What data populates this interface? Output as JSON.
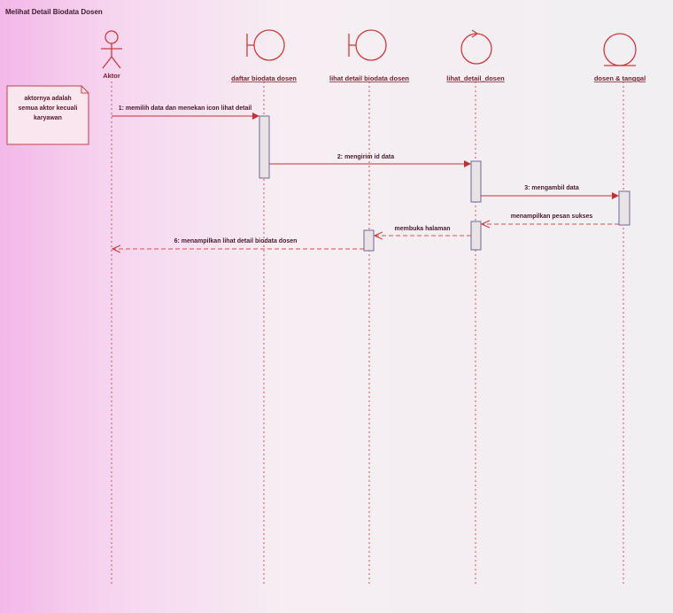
{
  "diagram": {
    "title": "Melihat Detail Biodata Dosen",
    "note": [
      "aktornya adalah",
      "semua aktor kecuali",
      "karyawan"
    ],
    "participants": [
      {
        "id": "actor",
        "label": "Aktor",
        "kind": "actor"
      },
      {
        "id": "daftar",
        "label": "daftar biodata dosen",
        "kind": "boundary"
      },
      {
        "id": "lihatdetail",
        "label": "lihat detail biodata dosen",
        "kind": "boundary"
      },
      {
        "id": "control",
        "label": "lihat_detail_dosen",
        "kind": "control"
      },
      {
        "id": "entity",
        "label": "dosen & tanggal",
        "kind": "entity"
      }
    ],
    "messages": [
      {
        "label": "1: memilih data dan menekan icon lihat detail",
        "from": "actor",
        "to": "daftar",
        "style": "sync"
      },
      {
        "label": "2: mengirim id data",
        "from": "daftar",
        "to": "control",
        "style": "sync"
      },
      {
        "label": "3: mengambil data",
        "from": "control",
        "to": "entity",
        "style": "sync"
      },
      {
        "label": "menampilkan pesan sukses",
        "from": "entity",
        "to": "control",
        "style": "return"
      },
      {
        "label": "membuka halaman",
        "from": "control",
        "to": "lihatdetail",
        "style": "return"
      },
      {
        "label": "6: menampilkan lihat detail biodata dosen",
        "from": "lihatdetail",
        "to": "actor",
        "style": "return"
      }
    ],
    "colors": {
      "line": "#d45050",
      "symbol": "#d13a3a",
      "activation": "#e9e3e6",
      "activationBorder": "#6a6a9a"
    }
  }
}
